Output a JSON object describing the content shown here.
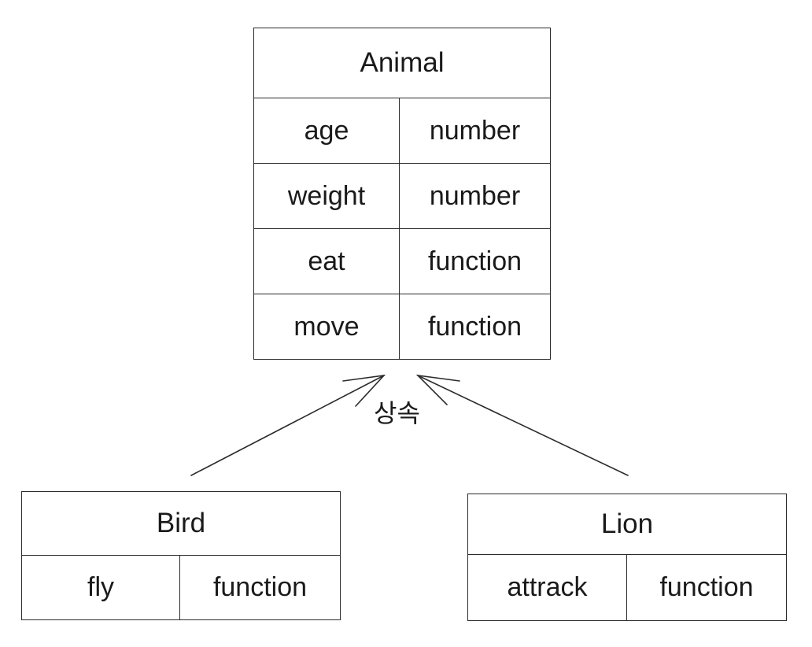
{
  "classes": {
    "animal": {
      "name": "Animal",
      "members": [
        {
          "name": "age",
          "type": "number"
        },
        {
          "name": "weight",
          "type": "number"
        },
        {
          "name": "eat",
          "type": "function"
        },
        {
          "name": "move",
          "type": "function"
        }
      ]
    },
    "bird": {
      "name": "Bird",
      "members": [
        {
          "name": "fly",
          "type": "function"
        }
      ]
    },
    "lion": {
      "name": "Lion",
      "members": [
        {
          "name": "attrack",
          "type": "function"
        }
      ]
    }
  },
  "relationship": {
    "label": "상속"
  },
  "colors": {
    "line": "#2b2b2b",
    "text": "#1a1a1a",
    "background": "#ffffff"
  }
}
